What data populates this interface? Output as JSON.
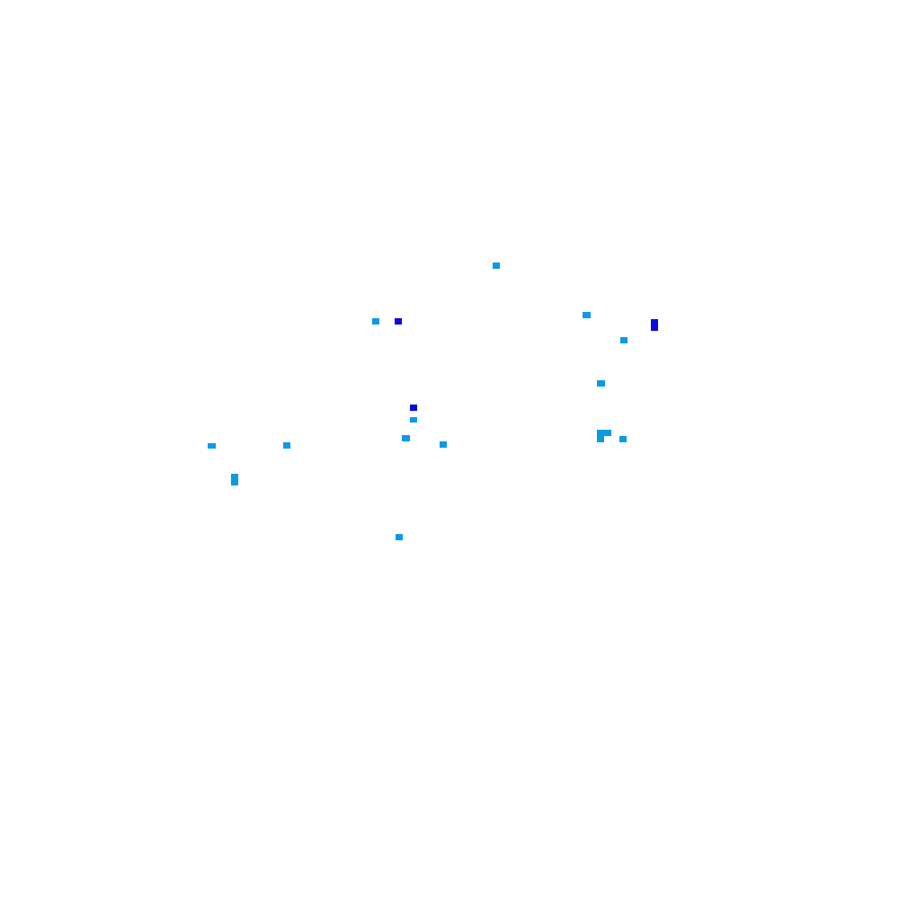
{
  "palette": {
    "background": "#ffffff",
    "light": "#0a9ae8",
    "dark": "#0a0ae0"
  },
  "specks": [
    {
      "tone": "light"
    },
    {
      "tone": "light"
    },
    {
      "tone": "dark"
    },
    {
      "tone": "light"
    },
    {
      "tone": "dark"
    },
    {
      "tone": "light"
    },
    {
      "tone": "light"
    },
    {
      "tone": "dark"
    },
    {
      "tone": "light"
    },
    {
      "tone": "light"
    },
    {
      "tone": "light"
    },
    {
      "tone": "light"
    },
    {
      "tone": "light"
    },
    {
      "tone": "light"
    },
    {
      "tone": "light"
    },
    {
      "tone": "light"
    },
    {
      "tone": "light"
    },
    {
      "tone": "light"
    }
  ]
}
